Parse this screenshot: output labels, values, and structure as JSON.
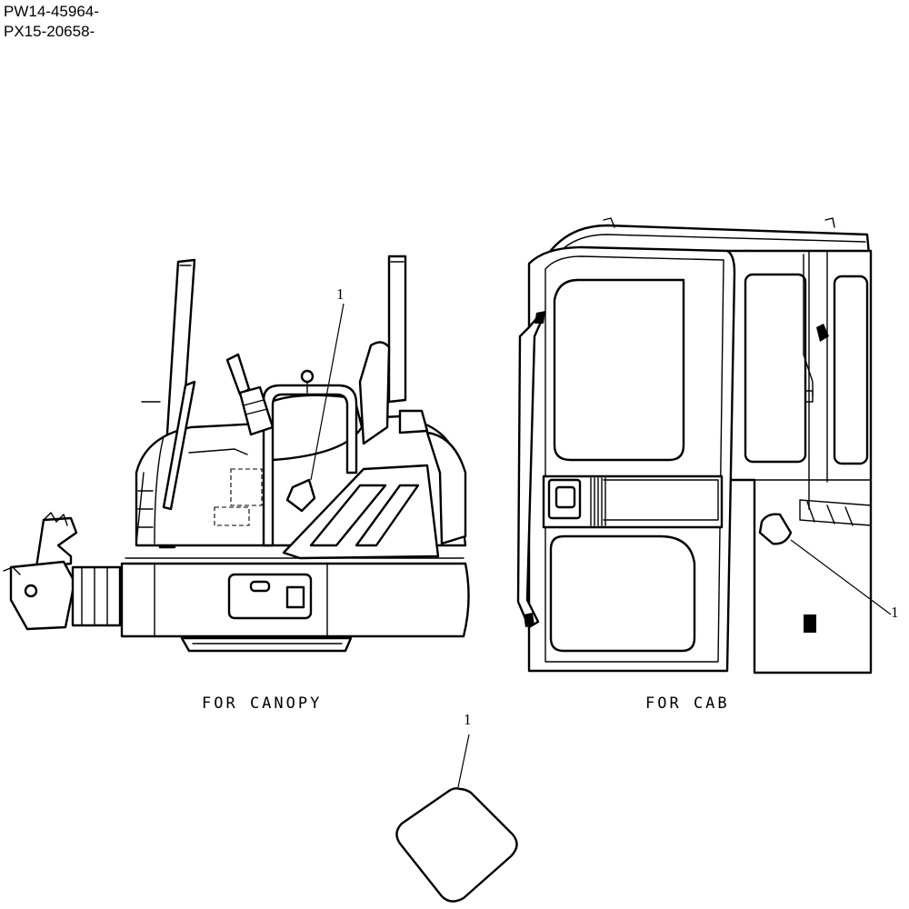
{
  "header": {
    "serials": [
      "PW14-45964-",
      "PX15-20658-"
    ]
  },
  "views": {
    "canopy": {
      "caption": "FOR CANOPY",
      "callout": "1"
    },
    "cab": {
      "caption": "FOR CAB",
      "callout": "1"
    }
  },
  "part_detail": {
    "callout": "1",
    "shape": "rounded-diamond-decal"
  }
}
